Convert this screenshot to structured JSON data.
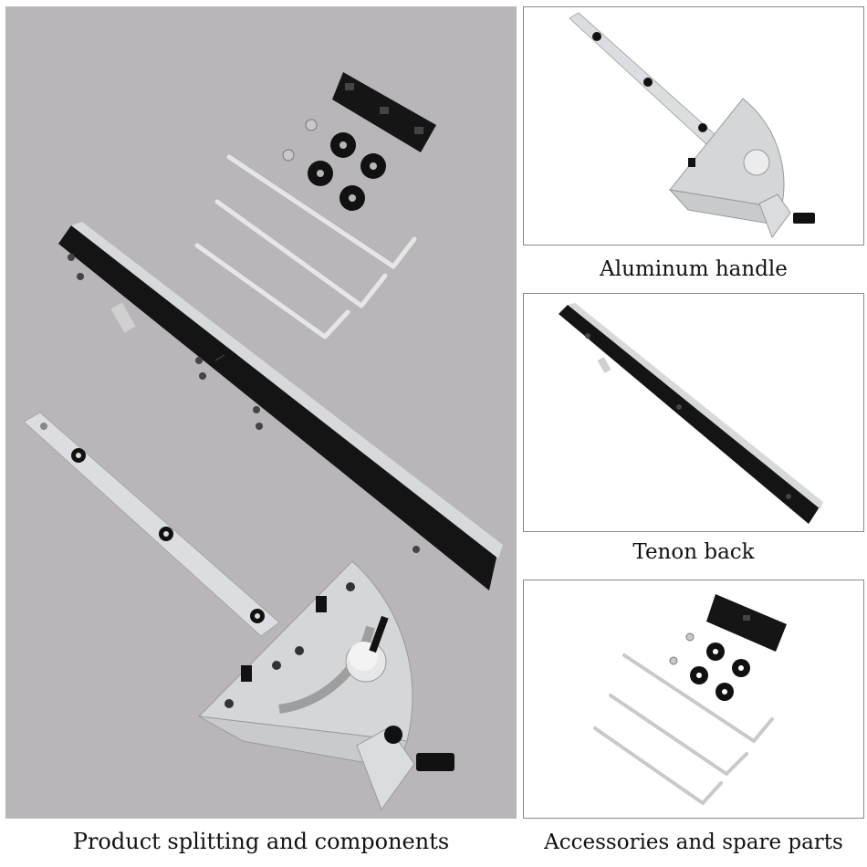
{
  "main": {
    "caption": "Product splitting and components"
  },
  "thumbnails": [
    {
      "caption": "Aluminum handle"
    },
    {
      "caption": "Tenon back"
    },
    {
      "caption": "Accessories and spare parts"
    }
  ],
  "colors": {
    "main_background": "#b8b6b9",
    "metal": "#d9dbdd",
    "black_part": "#111111",
    "frame_border": "#8a8a8a"
  },
  "icons": [
    "miter-gauge-icon",
    "fence-rail-icon",
    "allen-key-icon",
    "washer-icon",
    "clamp-block-icon"
  ]
}
